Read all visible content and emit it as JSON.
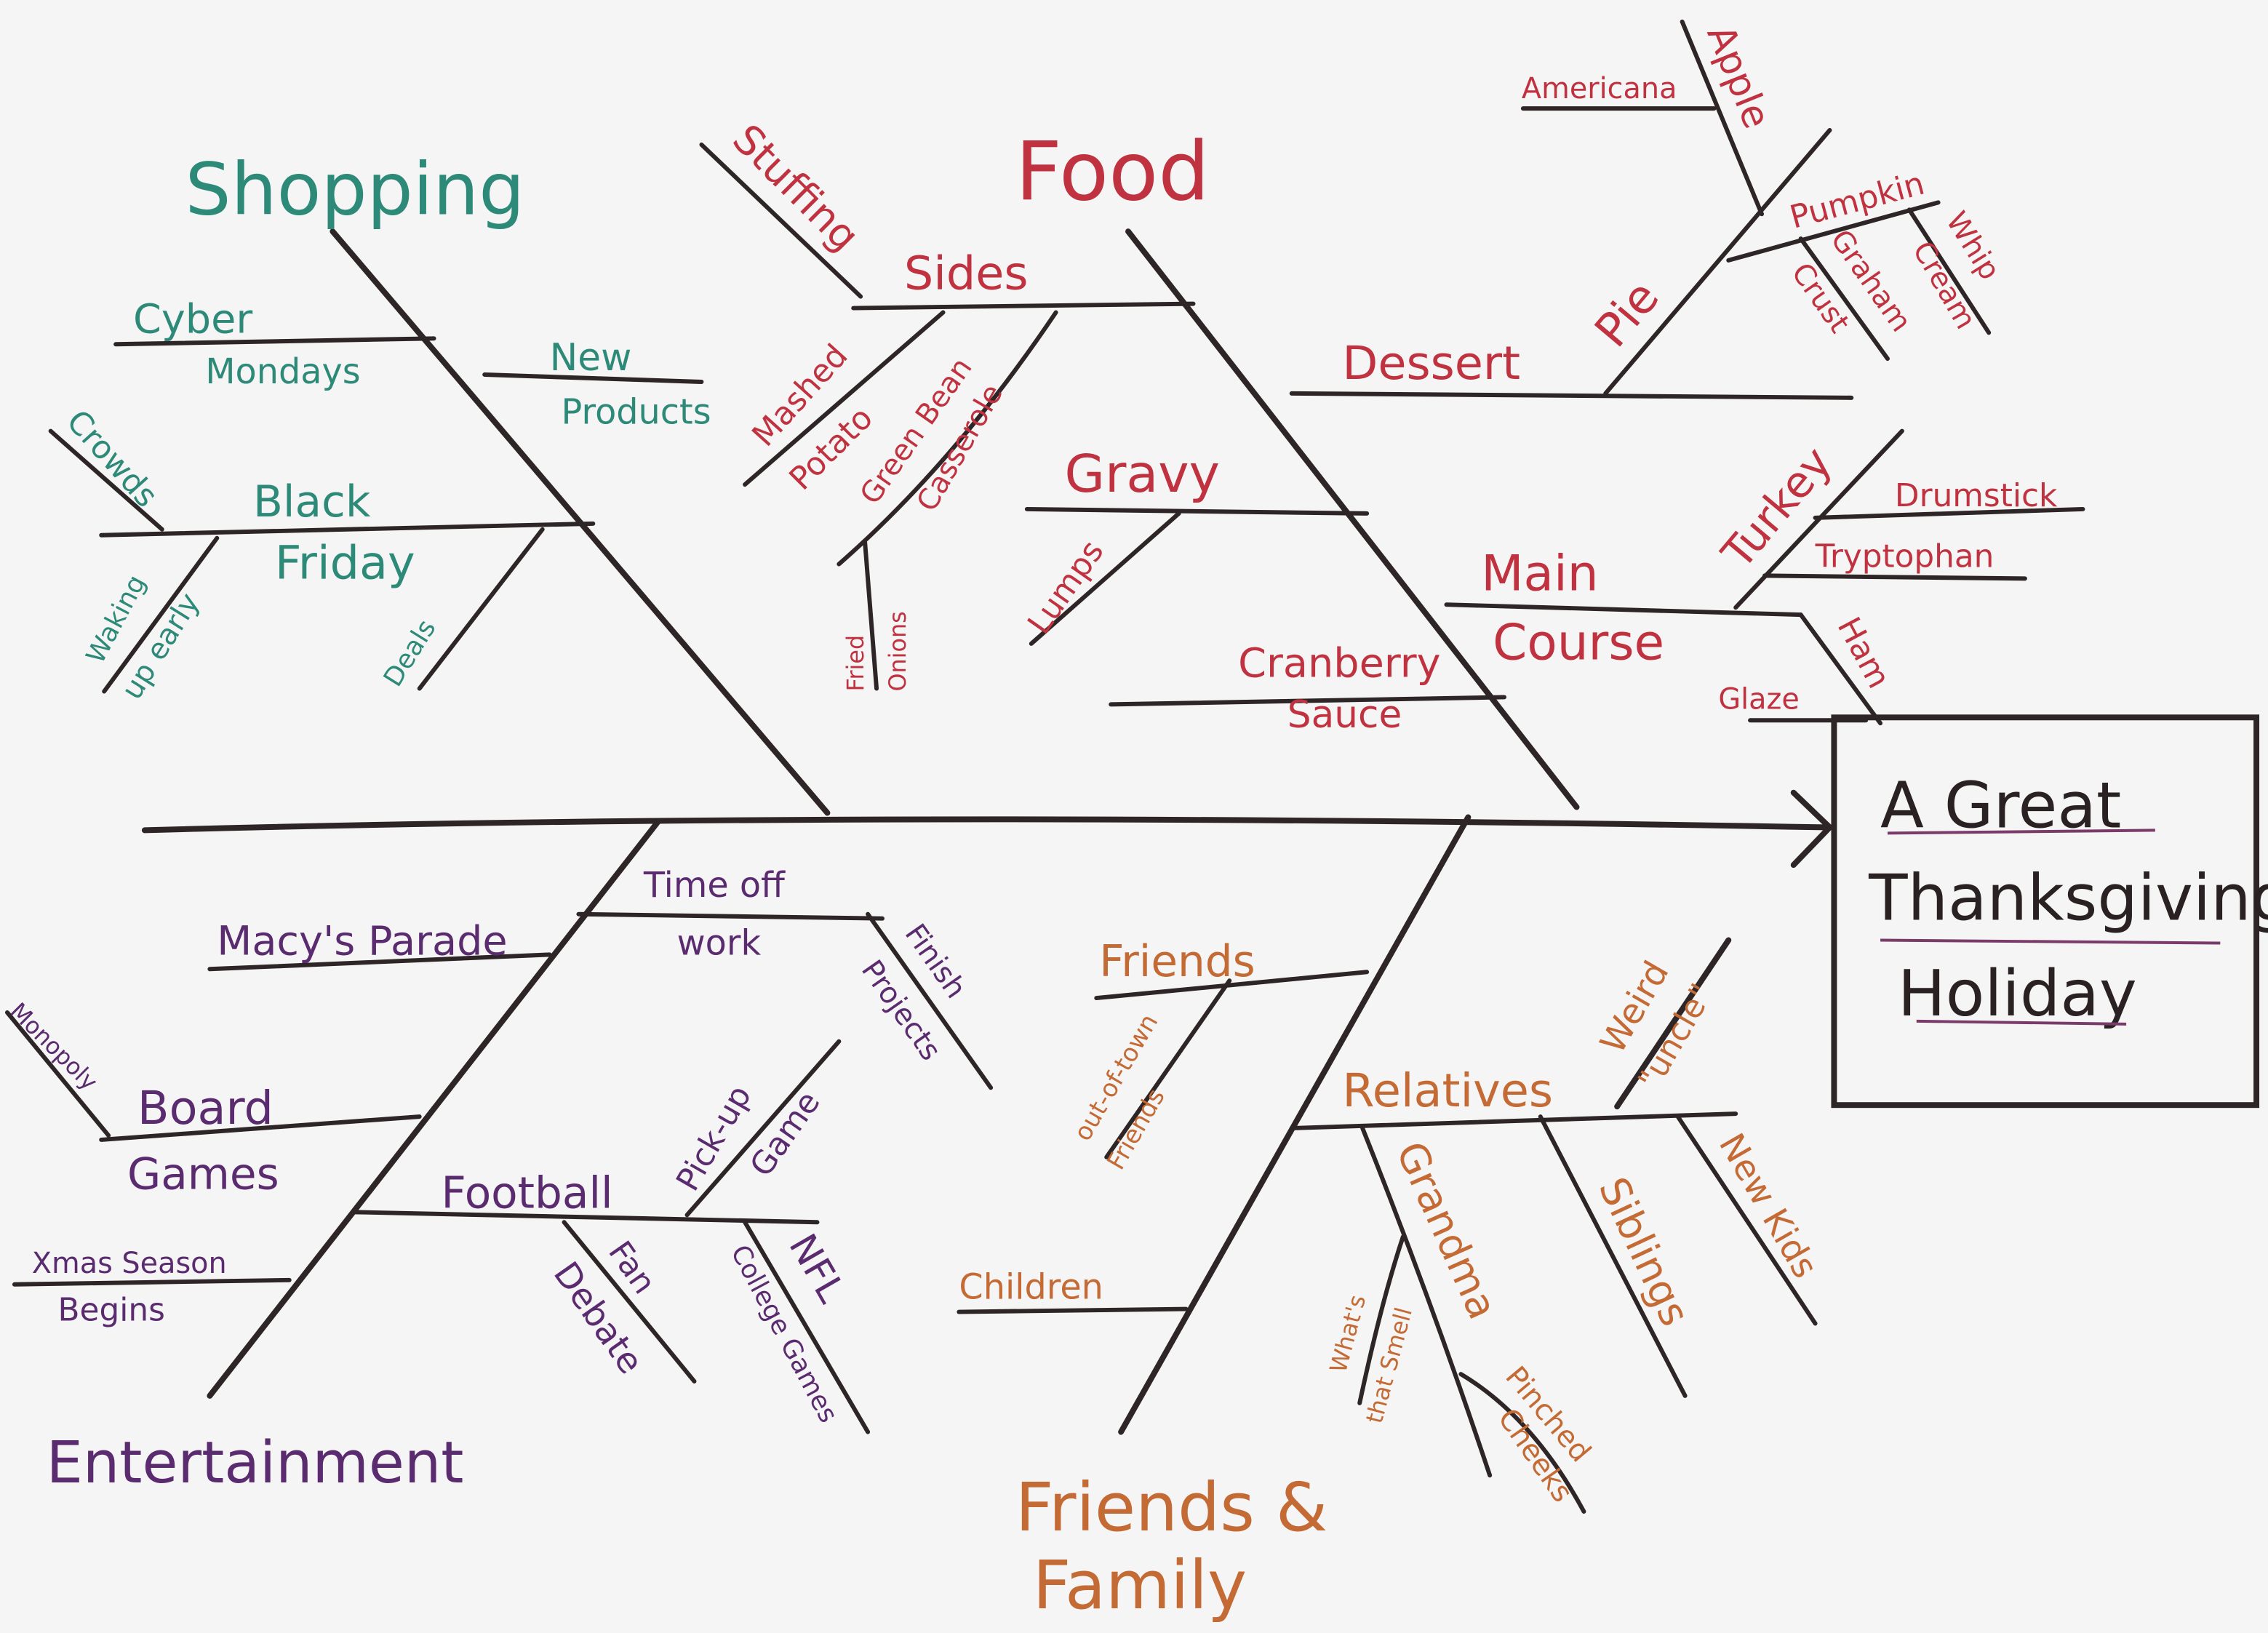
{
  "effect": {
    "lines": [
      "A Great",
      "Thanksgiving",
      "Holiday"
    ]
  },
  "colors": {
    "shopping": "#2e8a78",
    "food": "#c0323f",
    "entertainment": "#5b2b70",
    "friends_family": "#c46a35",
    "ink": "#2e2626"
  },
  "shopping": {
    "title": "Shopping",
    "cyber": "Cyber",
    "monday": "Mondays",
    "new": "New",
    "products": "Products",
    "black": "Black",
    "friday": "Friday",
    "crowds": "Crowds",
    "waking": "Waking",
    "up_early": "up early",
    "deals": "Deals"
  },
  "food": {
    "title": "Food",
    "sides": "Sides",
    "stuffing": "Stuffing",
    "mashed": "Mashed",
    "potato": "Potato",
    "green_bean": "Green Bean",
    "casserole": "Casserole",
    "fried": "Fried",
    "onions": "Onions",
    "gravy": "Gravy",
    "lumps": "Lumps",
    "cranberry": "Cranberry",
    "sauce": "Sauce",
    "dessert": "Dessert",
    "pie": "Pie",
    "apple": "Apple",
    "americana": "Americana",
    "pumpkin": "Pumpkin",
    "graham": "Graham",
    "crust": "Crust",
    "whip": "Whip",
    "cream": "Cream",
    "main": "Main",
    "course": "Course",
    "turkey": "Turkey",
    "drumstick": "Drumstick",
    "tryptophan": "Tryptophan",
    "ham": "Ham",
    "glaze": "Glaze"
  },
  "entertainment": {
    "title": "Entertainment",
    "time_off": "Time off",
    "work": "work",
    "finish": "Finish",
    "projects": "Projects",
    "macys": "Macy's Parade",
    "board": "Board",
    "games": "Games",
    "monopoly": "Monopoly",
    "xmas": "Xmas Season",
    "begins": "Begins",
    "football": "Football",
    "pickup": "Pick-up",
    "game": "Game",
    "fan": "Fan",
    "debate": "Debate",
    "nfl": "NFL",
    "college": "College Games"
  },
  "friends_family": {
    "title1": "Friends &",
    "title2": "Family",
    "friends": "Friends",
    "out_of_town": "out-of-town",
    "friends2": "Friends",
    "children": "Children",
    "relatives": "Relatives",
    "weird": "Weird",
    "uncle": "\"uncle\"",
    "grandma": "Grandma",
    "whats": "What's",
    "that_smell": "that Smell",
    "pinched": "Pinched",
    "cheeks": "Cheeks",
    "siblings": "Siblings",
    "new_kids": "New Kids"
  }
}
